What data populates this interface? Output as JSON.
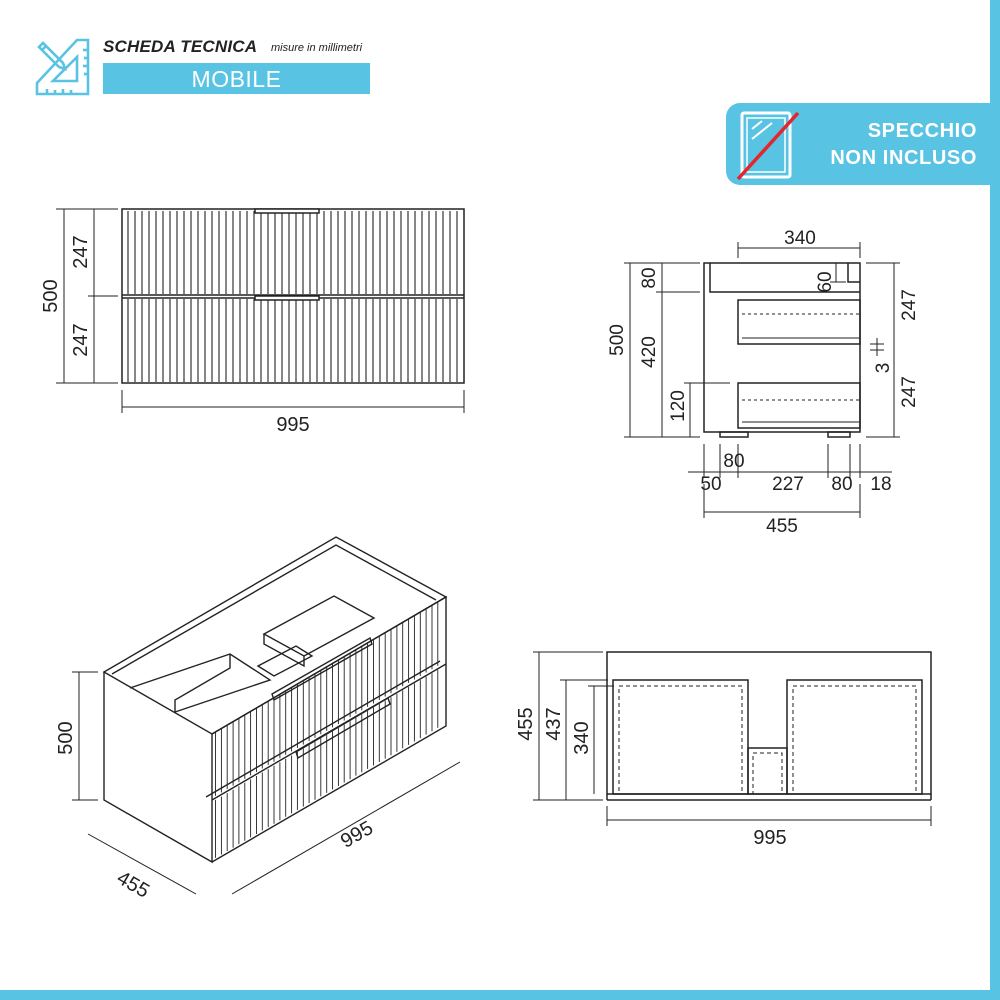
{
  "header": {
    "title": "SCHEDA TECNICA",
    "subtitle": "misure in millimetri",
    "section": "MOBILE"
  },
  "badge": {
    "line1": "SPECCHIO",
    "line2": "NON INCLUSO"
  },
  "icons": [
    "ruler-pencil-icon",
    "mirror-crossed-icon"
  ],
  "colors": {
    "accent": "#58c3e3",
    "line": "#222222",
    "forbidden": "#e3262b"
  },
  "front_view": {
    "total_height": "500",
    "drawer_top_height": "247",
    "drawer_bottom_height": "247",
    "width": "995"
  },
  "side_view": {
    "top_width": "340",
    "total_height": "500",
    "top_gap": "80",
    "top_inner": "60",
    "body_height": "420",
    "bottom_height": "120",
    "right_top": "247",
    "right_gap": "3",
    "right_bottom": "247",
    "foot": "80",
    "b_50": "50",
    "b_227": "227",
    "b_80": "80",
    "b_18": "18",
    "depth": "455"
  },
  "iso_view": {
    "height": "500",
    "width": "995",
    "depth": "455"
  },
  "top_view": {
    "depth": "455",
    "inner_depth": "437",
    "drawer_depth": "340",
    "width": "995"
  }
}
